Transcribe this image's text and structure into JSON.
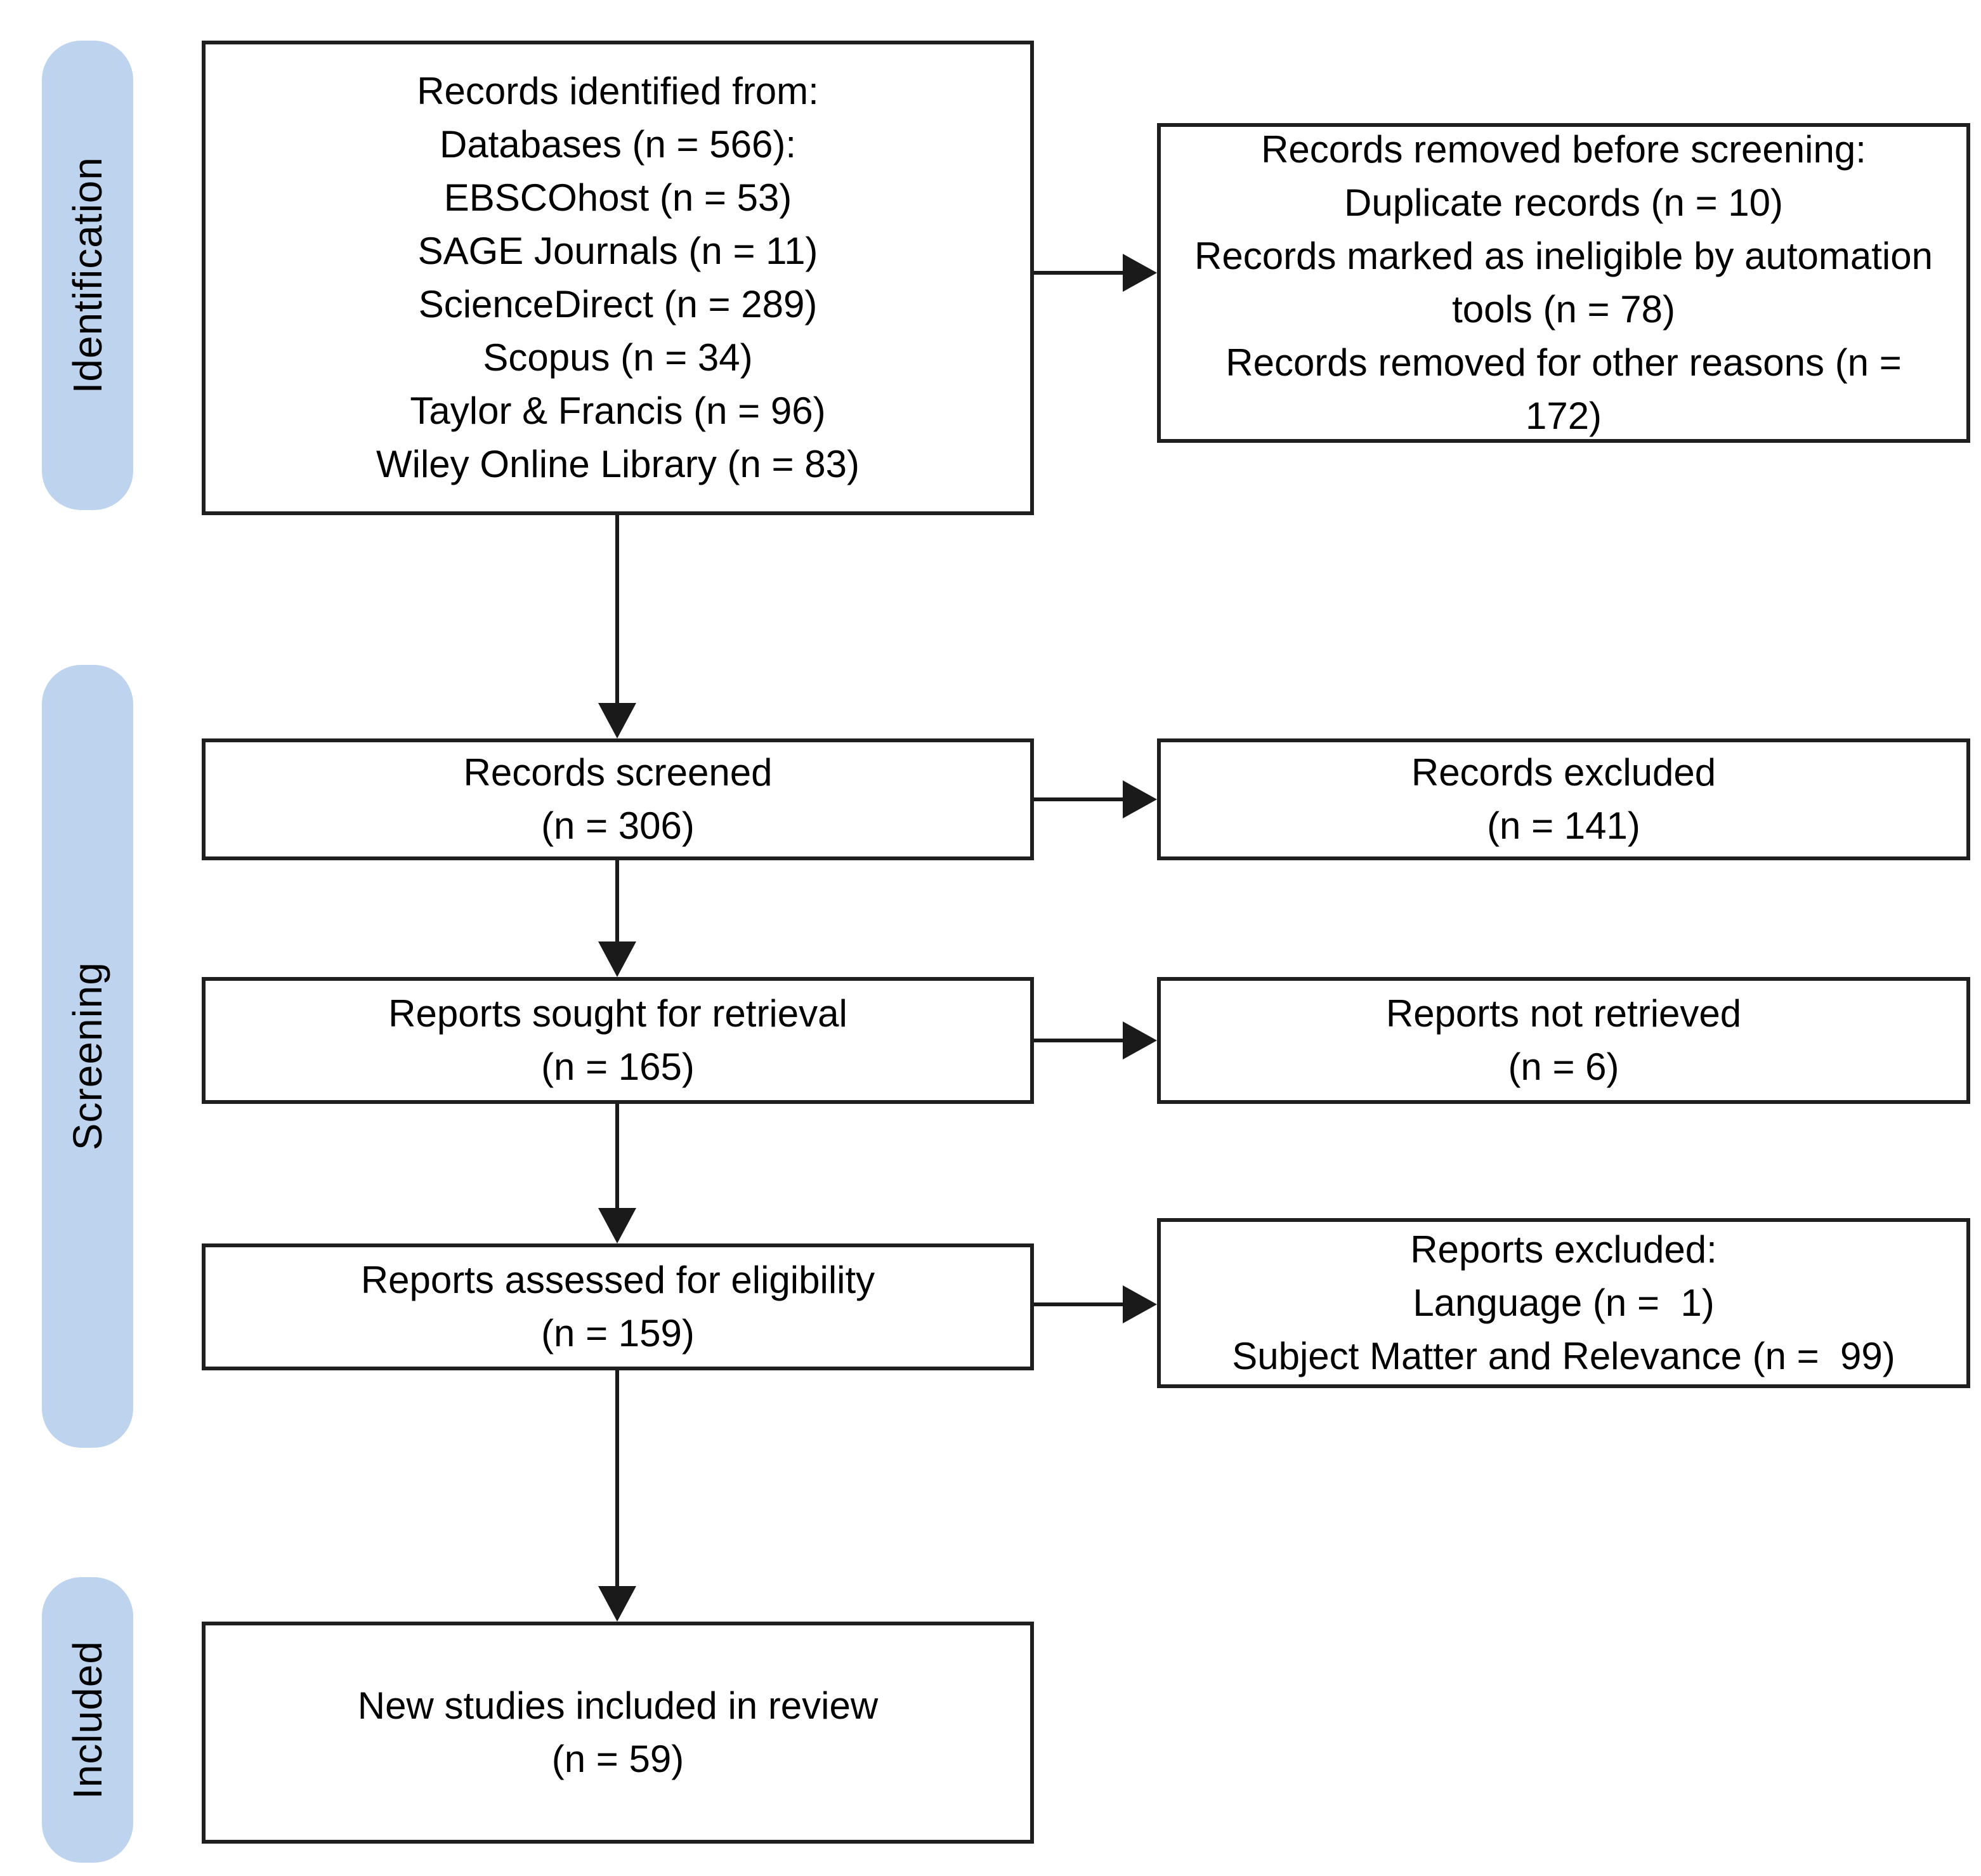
{
  "colors": {
    "background": "#ffffff",
    "stage_fill": "#bdd3ee",
    "box_fill": "#ffffff",
    "box_border": "#1f1f1f",
    "arrow": "#1a1a1a",
    "text": "#000000"
  },
  "stages": [
    {
      "label": "Identification"
    },
    {
      "label": "Screening"
    },
    {
      "label": "Included"
    }
  ],
  "boxes": {
    "identified": {
      "lines": [
        "Records identified from:",
        "Databases (n = 566):",
        "EBSCOhost (n = 53)",
        "SAGE Journals (n = 11)",
        "ScienceDirect (n = 289)",
        "Scopus (n = 34)",
        "Taylor & Francis (n = 96)",
        "Wiley Online Library (n = 83)"
      ]
    },
    "removed_before_screening": {
      "lines": [
        "Records removed before screening:",
        "Duplicate records (n = 10)",
        "Records marked as ineligible by automation",
        "tools (n = 78)",
        "Records removed for other reasons (n =",
        "172)"
      ]
    },
    "screened": {
      "lines": [
        "Records screened",
        "(n = 306)"
      ]
    },
    "records_excluded": {
      "lines": [
        "Records excluded",
        "(n = 141)"
      ]
    },
    "sought": {
      "lines": [
        "Reports sought for retrieval",
        "(n = 165)"
      ]
    },
    "not_retrieved": {
      "lines": [
        "Reports not retrieved",
        "(n = 6)"
      ]
    },
    "assessed": {
      "lines": [
        "Reports assessed for eligibility",
        "(n = 159)"
      ]
    },
    "reports_excluded": {
      "lines": [
        "Reports excluded:",
        "Language (n =  1)",
        "Subject Matter and Relevance (n =  99)"
      ]
    },
    "included_in_review": {
      "lines": [
        "New studies included in review",
        "(n = 59)"
      ]
    }
  }
}
